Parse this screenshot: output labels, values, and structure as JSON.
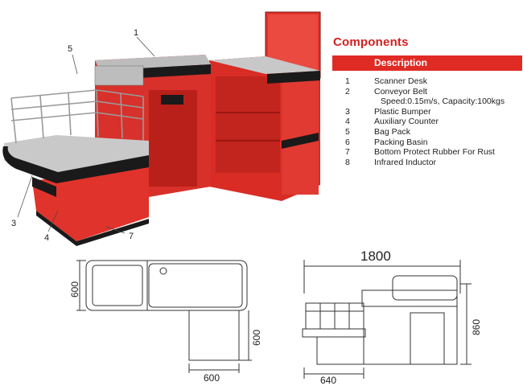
{
  "components": {
    "title": "Components",
    "header": "Description",
    "items": [
      {
        "num": "1",
        "text": "Scanner Desk"
      },
      {
        "num": "2",
        "text": "Conveyor Belt"
      },
      {
        "num": "",
        "text": "Speed:0.15m/s, Capacity:100kgs",
        "sub": true
      },
      {
        "num": "3",
        "text": "Plastic Bumper"
      },
      {
        "num": "4",
        "text": "Auxiliary Counter"
      },
      {
        "num": "5",
        "text": "Bag Pack"
      },
      {
        "num": "6",
        "text": "Packing Basin"
      },
      {
        "num": "7",
        "text": "Bottom Protect Rubber For Rust"
      },
      {
        "num": "8",
        "text": "Infrared Inductor"
      }
    ]
  },
  "callouts": {
    "c1": "1",
    "c3": "3",
    "c4": "4",
    "c5": "5",
    "c7": "7"
  },
  "plan": {
    "depth": "600",
    "side_depth": "600",
    "side_width": "600"
  },
  "elevation": {
    "width": "1800",
    "height": "860",
    "base": "640"
  },
  "colors": {
    "counter_red": "#e0332b",
    "bumper_black": "#1a1a1a",
    "accent_red": "#d21f1f"
  }
}
